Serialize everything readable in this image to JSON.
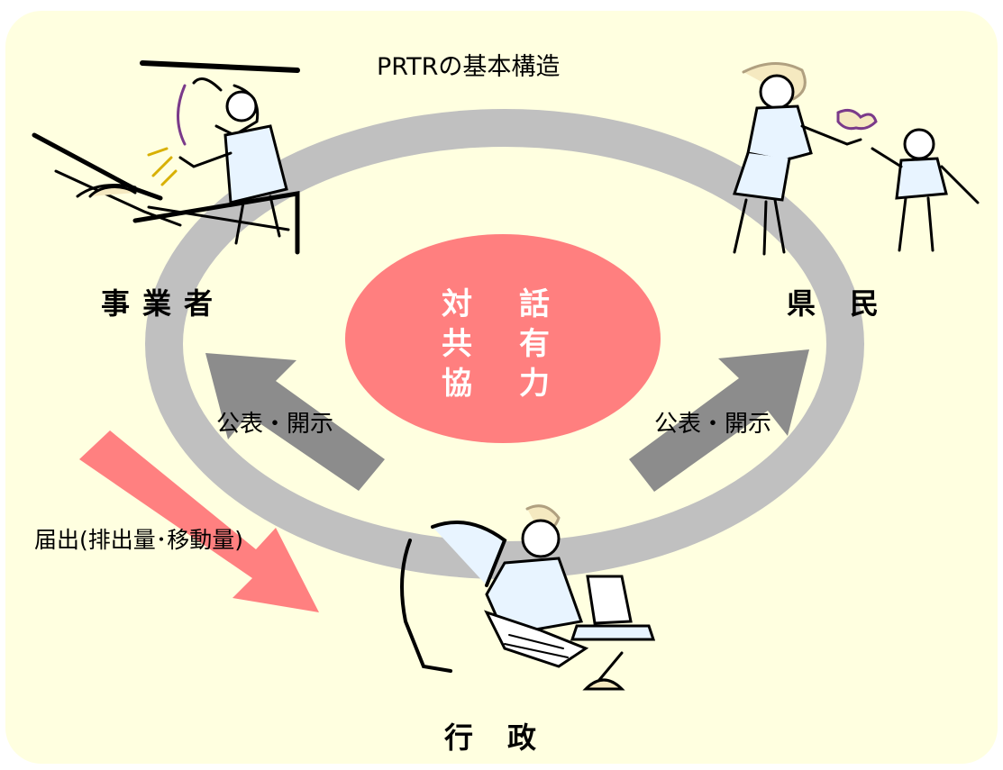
{
  "title": "PRTRの基本構造",
  "actors": {
    "business": "事業者",
    "residents": "県民",
    "government": "行政"
  },
  "center": {
    "row1": [
      "対",
      "話"
    ],
    "row2": [
      "共",
      "有"
    ],
    "row3": [
      "協",
      "力"
    ]
  },
  "arrows": {
    "publish_left": "公表・開示",
    "publish_right": "公表・開示",
    "report": "届出(排出量･移動量)"
  },
  "colors": {
    "background": "#FFFFE0",
    "ring": "#C0C0C0",
    "center": "#FF7F7F",
    "arrow_gray": "#8C8C8C",
    "arrow_pink": "#FF8080"
  },
  "illustrations": {
    "business": "welder-icon",
    "residents": "family-icon",
    "government": "office-worker-icon"
  }
}
